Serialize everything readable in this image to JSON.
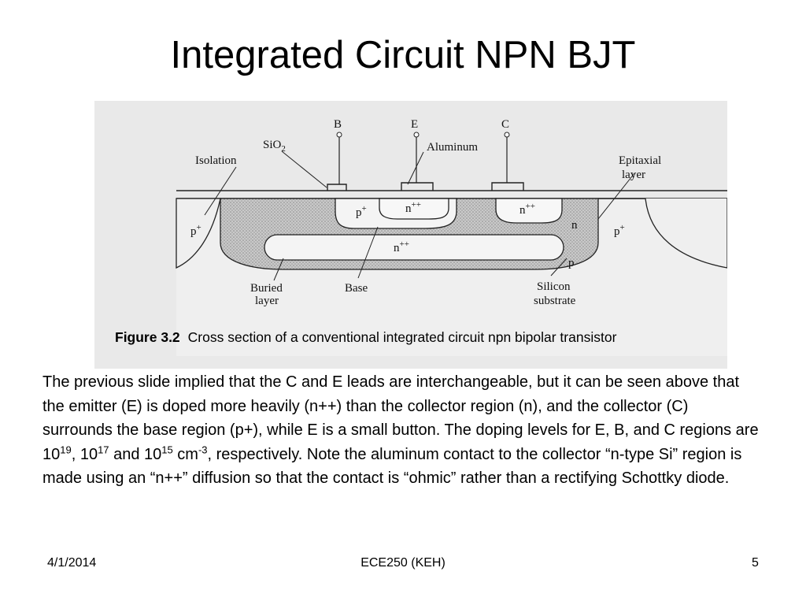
{
  "slide": {
    "title": "Integrated Circuit NPN BJT"
  },
  "figure": {
    "labels": {
      "b": "B",
      "e": "E",
      "c": "C",
      "sio2": "SiO",
      "sio2_sub": "2",
      "isolation": "Isolation",
      "aluminum": "Aluminum",
      "epitaxial_1": "Epitaxial",
      "epitaxial_2": "layer",
      "p_plus_left": "p",
      "p_plus_right": "p",
      "plus": "+",
      "p_plus_base": "p",
      "n_pp_emitter": "n",
      "n_pp_collector": "n",
      "n_pp_buried": "n",
      "pp": "++",
      "n_epi": "n",
      "p_sub": "p",
      "buried_1": "Buried",
      "buried_2": "layer",
      "base": "Base",
      "silicon_1": "Silicon",
      "silicon_2": "substrate"
    },
    "caption_number": "Figure 3.2",
    "caption_text": "Cross section of a conventional integrated circuit npn bipolar transistor"
  },
  "body": {
    "p1": "The previous slide implied that the C and E leads are interchangeable, but it can be seen above that the emitter (E) is doped more heavily (n++) than the collector region (n), and the collector (C) surrounds the base region (p+), while E is a small button.  The doping levels for E, B, and C regions are 10",
    "exp1": "19",
    "p2": ", 10",
    "exp2": "17",
    "p3": " and 10",
    "exp3": "15",
    "p4": " cm",
    "exp4": "-3",
    "p5": ", respectively.  Note the aluminum contact to the collector “n-type Si” region is made using an “n++” diffusion so that the contact is “ohmic” rather than a rectifying Schottky diode."
  },
  "footer": {
    "date": "4/1/2014",
    "course": "ECE250 (KEH)",
    "page": "5"
  }
}
